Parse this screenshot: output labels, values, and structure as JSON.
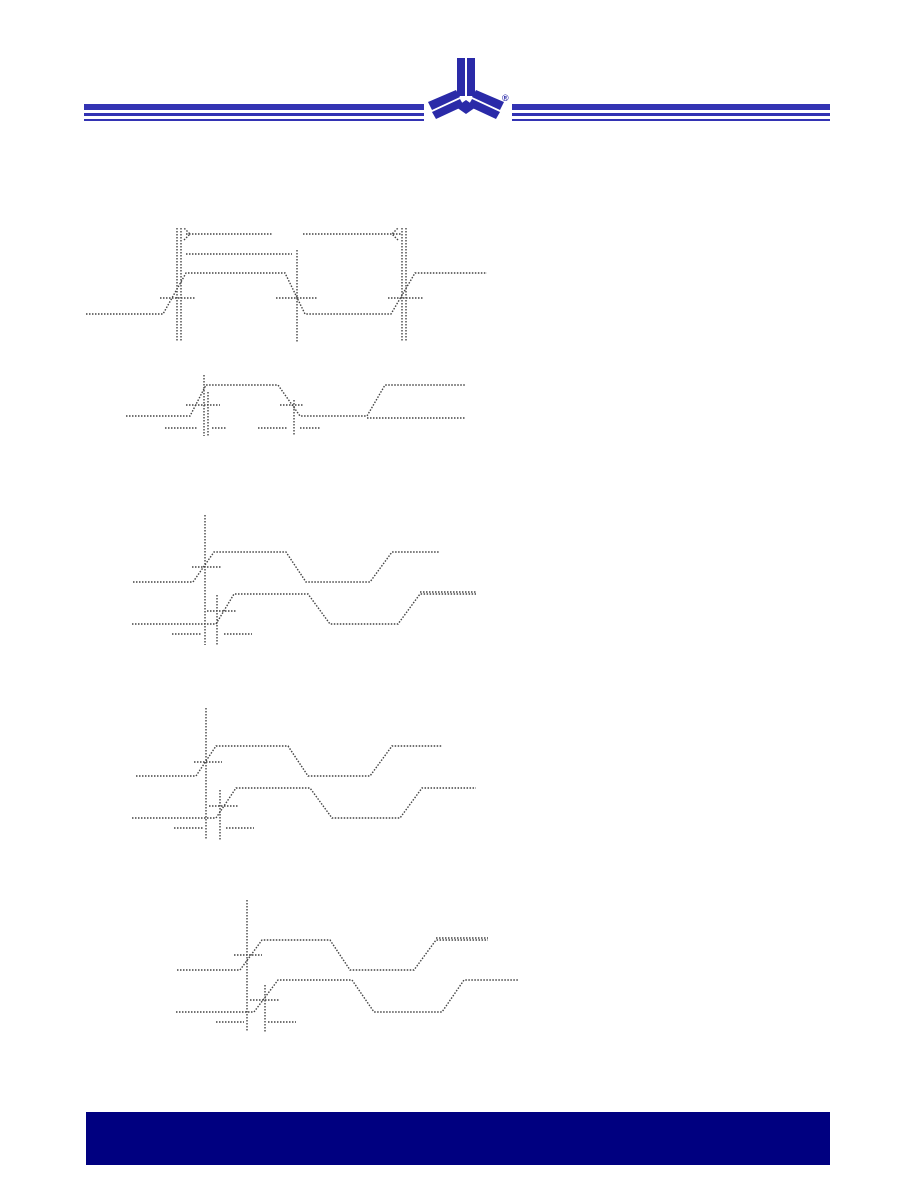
{
  "colors": {
    "brand_blue": "#2a2aa8",
    "stripe_blue": "#3333b3",
    "footer_navy": "#000080",
    "waveform": "#444444"
  },
  "header": {
    "logo_icon": "tri-arm-logo-icon",
    "registered_mark": "®"
  },
  "diagrams": [
    {
      "name": "clock-waveform-diagram"
    },
    {
      "name": "rise-fall-waveform-diagram"
    },
    {
      "name": "propagation-delay-diagram-1"
    },
    {
      "name": "propagation-delay-diagram-2"
    },
    {
      "name": "propagation-delay-diagram-3"
    }
  ],
  "footer": {}
}
